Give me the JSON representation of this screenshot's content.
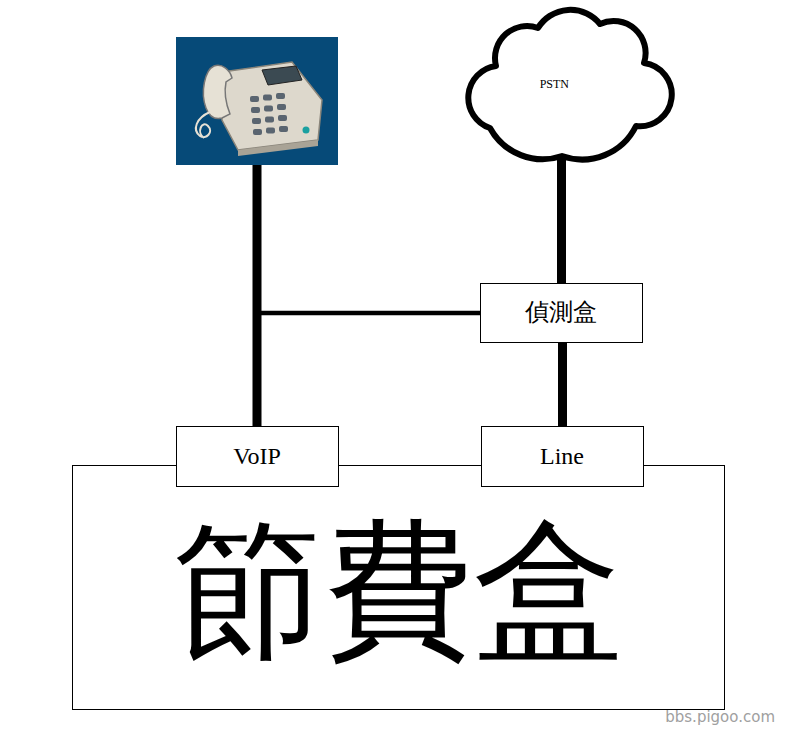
{
  "diagram": {
    "nodes": [
      {
        "text": [
          "PSTN"
        ]
      },
      {
        "text": [
          "偵測盒"
        ]
      },
      {
        "text": [
          "節費盒"
        ]
      },
      {
        "text": [
          "VoIP"
        ],
        "in": 2
      },
      {
        "text": [
          "Line"
        ],
        "in": 2
      }
    ],
    "edges": [
      {
        "from": 0,
        "to": 1,
        "arrow": "none"
      },
      {
        "from": 1,
        "to": 4,
        "arrow": "none"
      },
      {
        "from": 1,
        "to": 3,
        "arrow": "none"
      }
    ],
    "labels": [
      "bbs.pigoo.com"
    ]
  }
}
